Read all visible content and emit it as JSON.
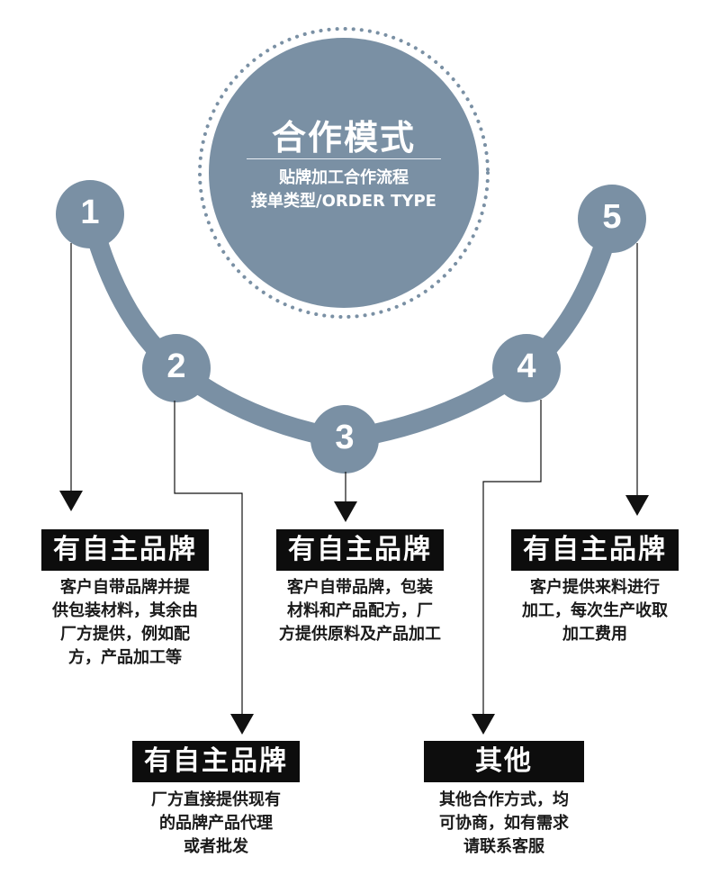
{
  "center": {
    "title": "合作模式",
    "subtitle_1": "贴牌加工合作流程",
    "subtitle_2": "接单类型/ORDER TYPE"
  },
  "nodes": [
    "1",
    "2",
    "3",
    "4",
    "5"
  ],
  "options": [
    {
      "title": "有自主品牌",
      "lines": [
        "客户自带品牌并提",
        "供包装材料，其余由",
        "厂方提供，例如配",
        "方，产品加工等"
      ]
    },
    {
      "title": "有自主品牌",
      "lines": [
        "厂方直接提供现有",
        "的品牌产品代理",
        "或者批发"
      ]
    },
    {
      "title": "有自主品牌",
      "lines": [
        "客户自带品牌，包装",
        "材料和产品配方，厂",
        "方提供原料及产品加工"
      ]
    },
    {
      "title": "其他",
      "lines": [
        "其他合作方式，均",
        "可协商，如有需求",
        "请联系客服"
      ]
    },
    {
      "title": "有自主品牌",
      "lines": [
        "客户提供来料进行",
        "加工，每次生产收取",
        "加工费用"
      ]
    }
  ],
  "colors": {
    "accent": "#7a90a4",
    "box": "#0d0d0d",
    "text": "#1a1a1a"
  }
}
